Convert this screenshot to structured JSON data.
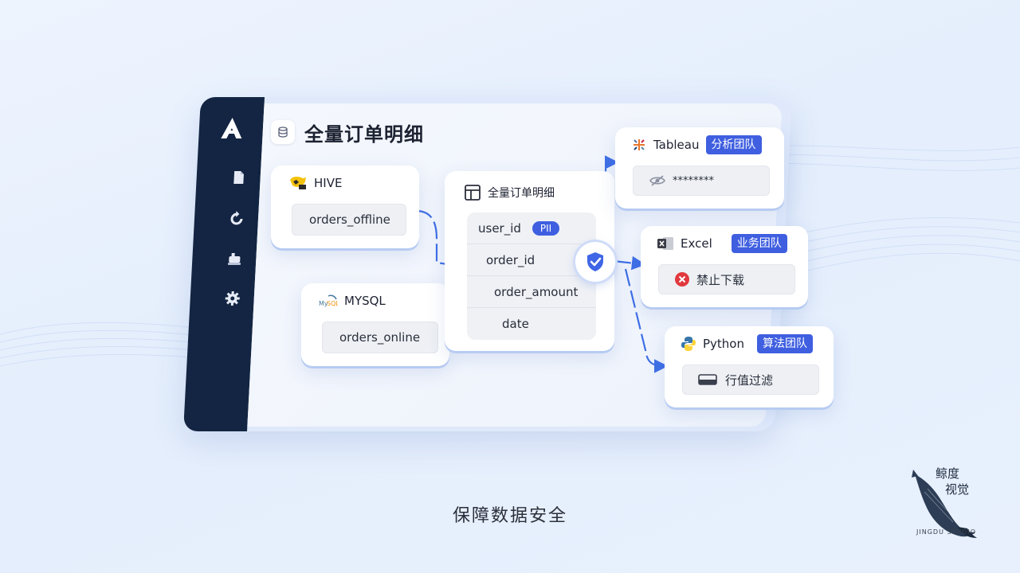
{
  "title": "全量订单明细",
  "sources": [
    {
      "icon": "hive-icon",
      "name": "HIVE",
      "table": "orders_offline"
    },
    {
      "icon": "mysql-icon",
      "name": "MYSQL",
      "table": "orders_online"
    }
  ],
  "center_table": {
    "title": "全量订单明细",
    "rows": [
      {
        "field": "user_id",
        "badge": "PII"
      },
      {
        "field": "order_id"
      },
      {
        "field": "order_amount"
      },
      {
        "field": "date"
      }
    ]
  },
  "consumers": [
    {
      "name": "Tableau",
      "team": "分析团队",
      "icon": "tableau-icon",
      "policy_icon": "eye-off-icon",
      "policy": "********"
    },
    {
      "name": "Excel",
      "team": "业务团队",
      "icon": "excel-icon",
      "policy_icon": "block-icon",
      "policy": "禁止下载"
    },
    {
      "name": "Python",
      "team": "算法团队",
      "icon": "python-icon",
      "policy_icon": "row-filter-icon",
      "policy": "行值过滤"
    }
  ],
  "caption": "保障数据安全",
  "watermark": {
    "logo_text": "鲸度视觉",
    "studio": "JINGDU STUDIO"
  },
  "colors": {
    "accent": "#3f5fe0",
    "sidebar": "#132542",
    "connector": "#3f6fe6",
    "block_red": "#e0393e"
  }
}
